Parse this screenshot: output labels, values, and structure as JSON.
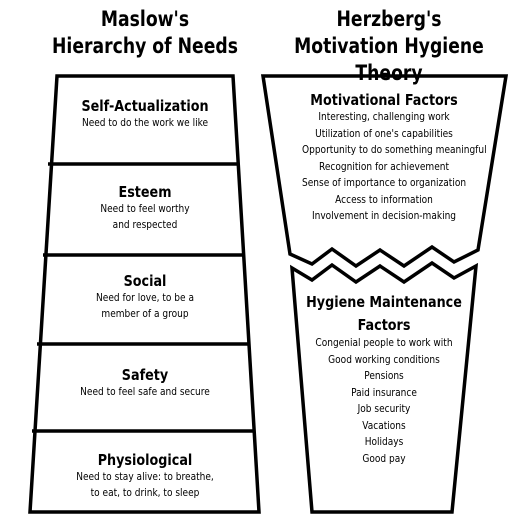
{
  "maslow": {
    "title_line1": "Maslow's",
    "title_line2": "Hierarchy of Needs",
    "levels": [
      {
        "name": "Self-Actualization",
        "desc": [
          "Need to do the work we like"
        ]
      },
      {
        "name": "Esteem",
        "desc": [
          "Need to feel worthy",
          "and respected"
        ]
      },
      {
        "name": "Social",
        "desc": [
          "Need for love, to be a",
          "member of a group"
        ]
      },
      {
        "name": "Safety",
        "desc": [
          "Need to feel safe and secure"
        ]
      },
      {
        "name": "Physiological",
        "desc": [
          "Need to stay alive: to breathe,",
          "to eat, to drink, to sleep"
        ]
      }
    ]
  },
  "herzberg": {
    "title_line1": "Herzberg's",
    "title_line2": "Motivation Hygiene Theory",
    "motivational": {
      "heading": "Motivational Factors",
      "items": [
        "Interesting, challenging work",
        "Utilization of one's capabilities",
        "Opportunity to do something meaningful",
        "Recognition for achievement",
        "Sense of importance to organization",
        "Access to information",
        "Involvement in decision-making"
      ]
    },
    "hygiene": {
      "heading_line1": "Hygiene Maintenance",
      "heading_line2": "Factors",
      "items": [
        "Congenial people to work with",
        "Good working conditions",
        "Pensions",
        "Paid insurance",
        "Job security",
        "Vacations",
        "Holidays",
        "Good pay"
      ]
    }
  }
}
